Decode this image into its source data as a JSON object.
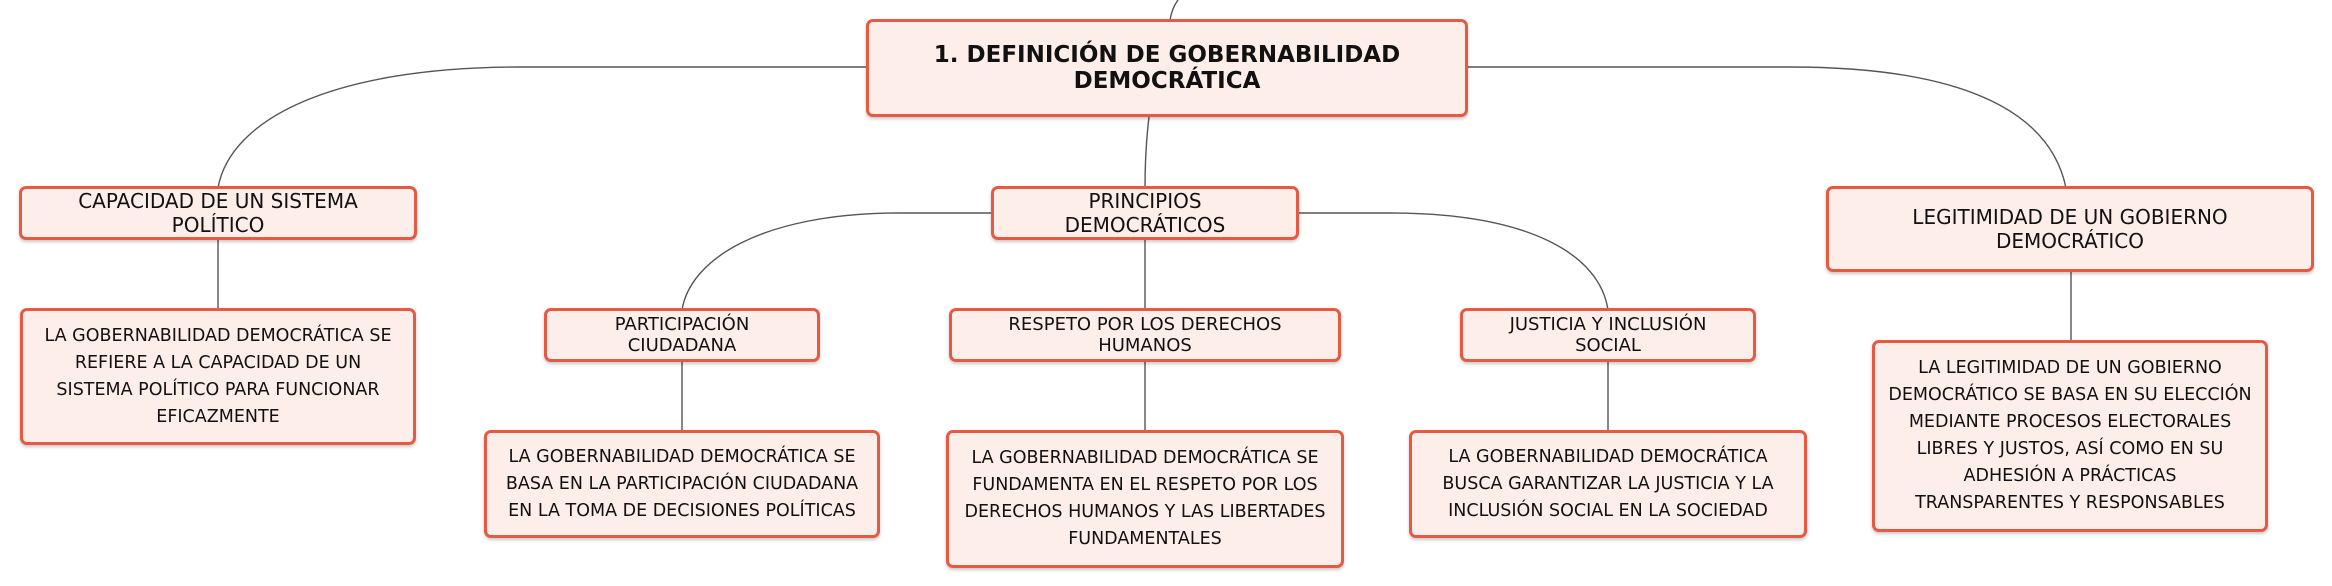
{
  "root": {
    "label": "1. DEFINICIÓN DE GOBERNABILIDAD DEMOCRÁTICA"
  },
  "capacidad": {
    "label": "CAPACIDAD DE UN SISTEMA POLÍTICO",
    "detail": "LA GOBERNABILIDAD DEMOCRÁTICA SE REFIERE A LA CAPACIDAD DE UN SISTEMA POLÍTICO PARA FUNCIONAR EFICAZMENTE"
  },
  "principios": {
    "label": "PRINCIPIOS DEMOCRÁTICOS",
    "participacion": {
      "label": "PARTICIPACIÓN CIUDADANA",
      "detail": "LA GOBERNABILIDAD DEMOCRÁTICA SE BASA EN LA PARTICIPACIÓN CIUDADANA EN LA TOMA DE DECISIONES POLÍTICAS"
    },
    "respeto": {
      "label": "RESPETO POR LOS DERECHOS HUMANOS",
      "detail": "LA GOBERNABILIDAD DEMOCRÁTICA SE FUNDAMENTA EN EL RESPETO POR LOS DERECHOS HUMANOS Y LAS LIBERTADES FUNDAMENTALES"
    },
    "justicia": {
      "label": "JUSTICIA Y INCLUSIÓN SOCIAL",
      "detail": "LA GOBERNABILIDAD DEMOCRÁTICA BUSCA GARANTIZAR LA JUSTICIA Y LA INCLUSIÓN SOCIAL EN LA SOCIEDAD"
    }
  },
  "legitimidad": {
    "label": "LEGITIMIDAD DE UN GOBIERNO DEMOCRÁTICO",
    "detail": "LA LEGITIMIDAD DE UN GOBIERNO DEMOCRÁTICO SE BASA EN SU ELECCIÓN MEDIANTE PROCESOS ELECTORALES LIBRES Y JUSTOS, ASÍ COMO EN SU ADHESIÓN A PRÁCTICAS TRANSPARENTES Y RESPONSABLES"
  },
  "colors": {
    "border": "#e65a44",
    "fill": "#fdeee9",
    "line": "#555555"
  }
}
